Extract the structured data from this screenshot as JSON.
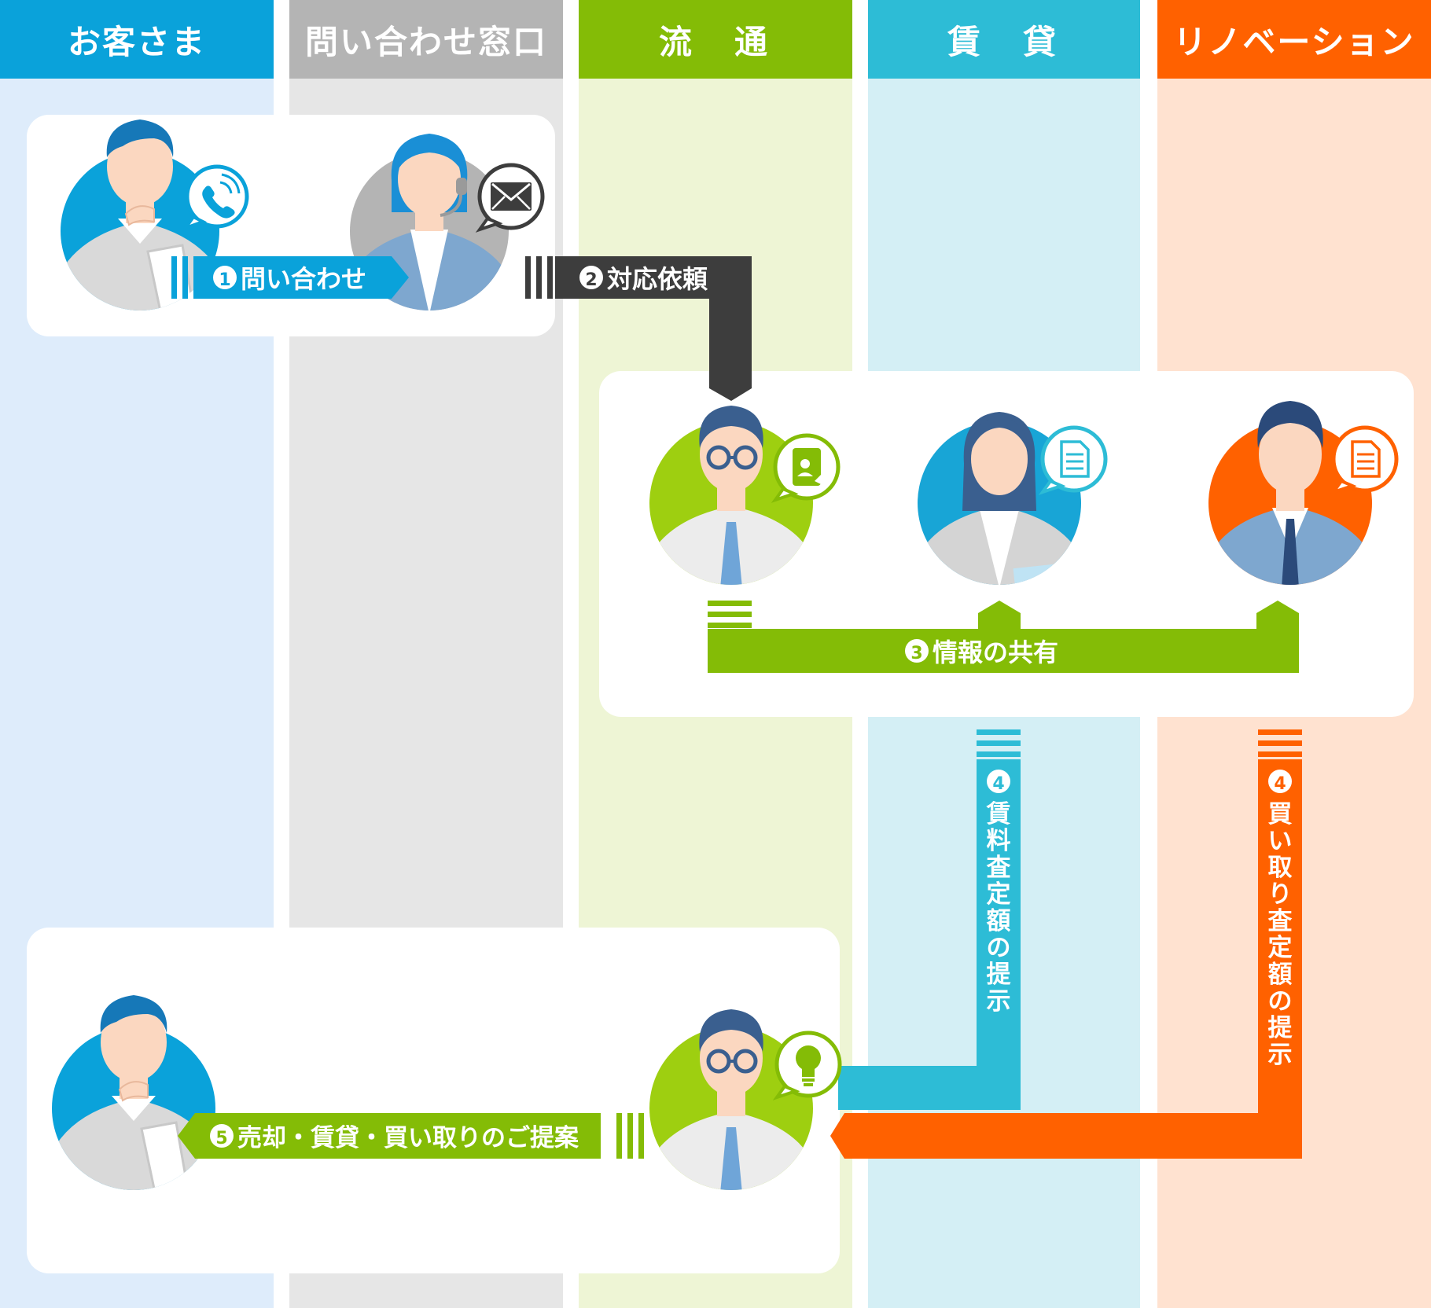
{
  "lanes": [
    {
      "label": "お客さま",
      "header_color": "#0aa2da",
      "bg_color": "#deecfb"
    },
    {
      "label": "問い合わせ窓口",
      "header_color": "#b4b4b4",
      "bg_color": "#e6e6e6"
    },
    {
      "label": "流　通",
      "header_color": "#84bc06",
      "bg_color": "#eef5d5"
    },
    {
      "label": "賃　貸",
      "header_color": "#2dbcd6",
      "bg_color": "#d4eff5"
    },
    {
      "label": "リノベーション",
      "header_color": "#ff6100",
      "bg_color": "#ffe2d0"
    }
  ],
  "steps": {
    "step1": {
      "num": "1",
      "text": "問い合わせ",
      "color": "#0aa2da"
    },
    "step2": {
      "num": "2",
      "text": "対応依頼",
      "color": "#3d3d3d"
    },
    "step3": {
      "num": "3",
      "text": "情報の共有",
      "color": "#84bc06"
    },
    "step4a": {
      "num": "4",
      "chars": [
        "賃",
        "料",
        "査",
        "定",
        "額",
        "の",
        "提",
        "示"
      ],
      "color": "#2dbcd6"
    },
    "step4b": {
      "num": "4",
      "chars": [
        "買",
        "い",
        "取",
        "り",
        "査",
        "定",
        "額",
        "の",
        "提",
        "示"
      ],
      "color": "#ff6100"
    },
    "step5": {
      "num": "5",
      "text": "売却・賃貸・買い取りのご提案",
      "color": "#84bc06"
    }
  },
  "icons": {
    "customer": "customer-avatar-icon",
    "operator": "operator-headset-avatar-icon",
    "phone": "phone-bubble-icon",
    "mail": "mail-bubble-icon",
    "distribution_staff": "distribution-staff-avatar-icon",
    "contact_card": "contact-card-bubble-icon",
    "rental_staff": "rental-staff-avatar-icon",
    "renovation_staff": "renovation-staff-avatar-icon",
    "document": "document-bubble-icon",
    "idea": "lightbulb-bubble-icon"
  }
}
